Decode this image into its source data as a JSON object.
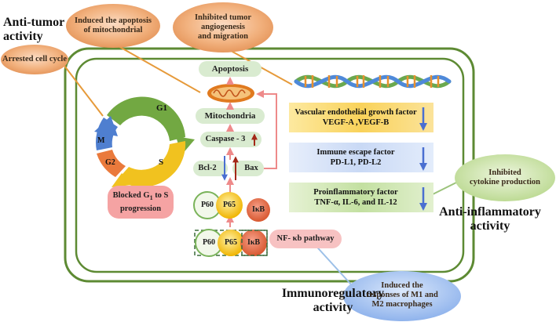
{
  "headings": {
    "anti_tumor": [
      "Anti-tumor",
      "activity"
    ],
    "anti_inflammatory": [
      "Anti-inflammatory",
      "activity"
    ],
    "immunoregulatory": [
      "Immunoregulatory",
      "activity"
    ]
  },
  "callouts": {
    "cell_cycle": [
      "Arrested cell cycle"
    ],
    "apoptosis_mito": [
      "Induced the apoptosis",
      "of mitochondrial"
    ],
    "angiogenesis": [
      "Inhibited tumor",
      "angiogenesis",
      "and  migration"
    ],
    "cytokine": [
      "Inhibited",
      "cytokine production"
    ],
    "macrophages": [
      "Induced the",
      "responses of M1 and",
      "M2 macrophages"
    ]
  },
  "cell_cycle": {
    "phases": [
      "G1",
      "S",
      "G2",
      "M"
    ],
    "blocked_label": [
      "Blocked G",
      "1",
      " to S",
      "progression"
    ]
  },
  "pathway": {
    "apoptosis": "Apoptosis",
    "mitochondria": "Mitochondria",
    "caspase": "Caspase - 3",
    "bcl2": "Bcl-2",
    "bax": "Bax",
    "p60": "P60",
    "p65": "P65",
    "ikb": "IκB",
    "nfkb": "NF- κb pathway"
  },
  "factors": [
    {
      "title": "Vascular endothelial growth factor",
      "detail": "VEGF-A ,VEGF-B"
    },
    {
      "title": "Immune escape factor",
      "detail": "PD-L1, PD-L2"
    },
    {
      "title": "Proinflammatory factor",
      "detail": "TNF-α, IL-6, and IL-12"
    }
  ]
}
